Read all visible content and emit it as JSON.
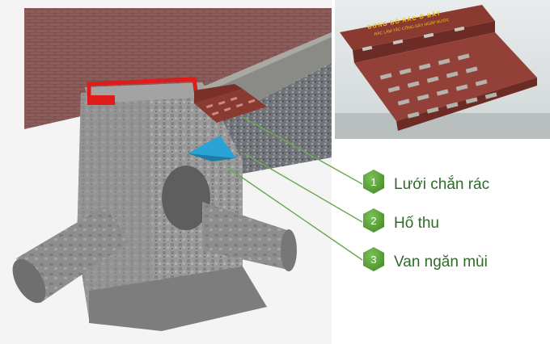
{
  "labels": [
    {
      "num": "1",
      "text": "Lưới chắn rác"
    },
    {
      "num": "2",
      "text": "Hố thu"
    },
    {
      "num": "3",
      "text": "Van ngăn mùi"
    }
  ],
  "inset": {
    "title": "ĐỪNG BỎ RÁC Ở ĐÂY",
    "subtitle": "RÁC LÀM TẮC CỐNG GÂY NGẬP NƯỚC"
  },
  "colors": {
    "badge": "#5fa33a",
    "label_text": "#2f6a2b",
    "leader_line": "#6aa84f",
    "pavement": "#8a5a58",
    "concrete": "#8c8c8c",
    "grate": "#8b3a32",
    "inset_text": "#f2c319"
  }
}
